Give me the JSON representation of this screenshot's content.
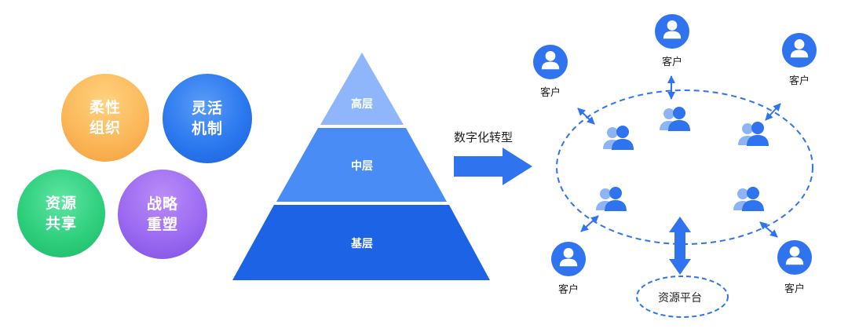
{
  "pillars": [
    {
      "line1": "柔性",
      "line2": "组织"
    },
    {
      "line1": "灵活",
      "line2": "机制"
    },
    {
      "line1": "资源",
      "line2": "共享"
    },
    {
      "line1": "战略",
      "line2": "重塑"
    }
  ],
  "pyramid": {
    "top": "高层",
    "middle": "中层",
    "bottom": "基层"
  },
  "transform_label": "数字化转型",
  "network": {
    "customer_label": "客户",
    "platform_label": "资源平台"
  },
  "colors": {
    "pyramid_top": "#8fb6fb",
    "pyramid_middle": "#4a8cf5",
    "pyramid_bottom": "#1d63e6",
    "accent_blue": "#2f74ee"
  }
}
